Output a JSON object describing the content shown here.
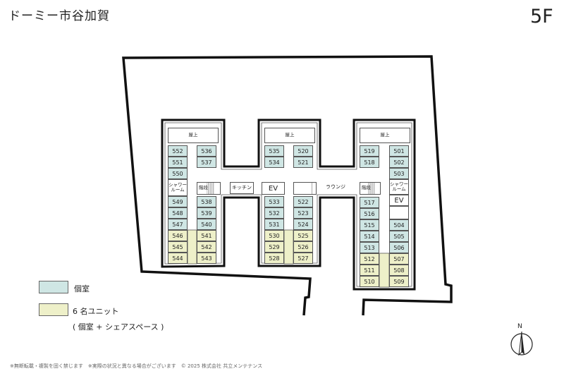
{
  "header": {
    "title": "ドーミー市谷加賀",
    "floor": "5F"
  },
  "labels": {
    "rooftop": "屋上",
    "stairs": "階段",
    "shower": "シャワー\nルーム",
    "kitchen": "キッチン",
    "ev": "EV",
    "lounge": "ラウンジ",
    "north": "N"
  },
  "rooms": [
    {
      "n": "552",
      "t": "p"
    },
    {
      "n": "551",
      "t": "p"
    },
    {
      "n": "550",
      "t": "p"
    },
    {
      "n": "549",
      "t": "p"
    },
    {
      "n": "548",
      "t": "p"
    },
    {
      "n": "547",
      "t": "p"
    },
    {
      "n": "546",
      "t": "s"
    },
    {
      "n": "545",
      "t": "s"
    },
    {
      "n": "544",
      "t": "s"
    },
    {
      "n": "536",
      "t": "p"
    },
    {
      "n": "537",
      "t": "p"
    },
    {
      "n": "538",
      "t": "p"
    },
    {
      "n": "539",
      "t": "p"
    },
    {
      "n": "540",
      "t": "p"
    },
    {
      "n": "541",
      "t": "s"
    },
    {
      "n": "542",
      "t": "s"
    },
    {
      "n": "543",
      "t": "s"
    },
    {
      "n": "535",
      "t": "p"
    },
    {
      "n": "534",
      "t": "p"
    },
    {
      "n": "533",
      "t": "p"
    },
    {
      "n": "532",
      "t": "p"
    },
    {
      "n": "531",
      "t": "p"
    },
    {
      "n": "530",
      "t": "s"
    },
    {
      "n": "529",
      "t": "s"
    },
    {
      "n": "528",
      "t": "s"
    },
    {
      "n": "520",
      "t": "p"
    },
    {
      "n": "521",
      "t": "p"
    },
    {
      "n": "522",
      "t": "p"
    },
    {
      "n": "523",
      "t": "p"
    },
    {
      "n": "524",
      "t": "p"
    },
    {
      "n": "525",
      "t": "s"
    },
    {
      "n": "526",
      "t": "s"
    },
    {
      "n": "527",
      "t": "s"
    },
    {
      "n": "519",
      "t": "p"
    },
    {
      "n": "518",
      "t": "p"
    },
    {
      "n": "517",
      "t": "p"
    },
    {
      "n": "516",
      "t": "p"
    },
    {
      "n": "515",
      "t": "p"
    },
    {
      "n": "514",
      "t": "p"
    },
    {
      "n": "513",
      "t": "p"
    },
    {
      "n": "512",
      "t": "s"
    },
    {
      "n": "511",
      "t": "s"
    },
    {
      "n": "510",
      "t": "s"
    },
    {
      "n": "501",
      "t": "p"
    },
    {
      "n": "502",
      "t": "p"
    },
    {
      "n": "503",
      "t": "p"
    },
    {
      "n": "504",
      "t": "p"
    },
    {
      "n": "505",
      "t": "p"
    },
    {
      "n": "506",
      "t": "p"
    },
    {
      "n": "507",
      "t": "s"
    },
    {
      "n": "508",
      "t": "s"
    },
    {
      "n": "509",
      "t": "s"
    }
  ],
  "legend": {
    "private": "個室",
    "unit": "6 名ユニット",
    "unit_note": "( 個室 + シェアスペース )",
    "private_color": "#cfe6e4",
    "unit_color": "#eef0c9"
  },
  "footer": "※無断転載・複製を固く禁じます　※実際の状況と異なる場合がございます　© 2025 株式会社 共立メンテナンス"
}
